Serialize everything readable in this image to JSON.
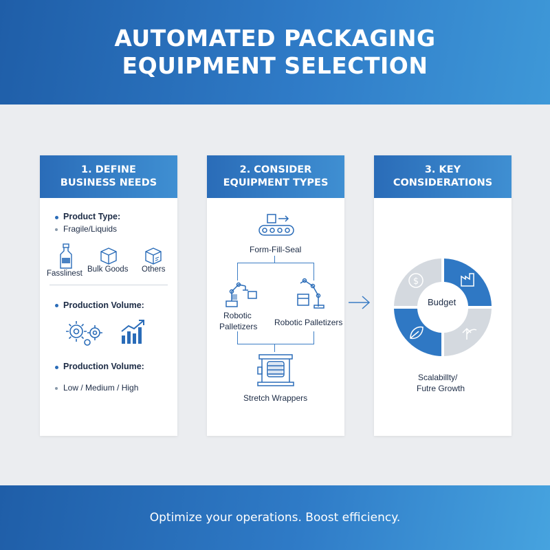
{
  "header": {
    "title_line1": "AUTOMATED PACKAGING",
    "title_line2": "EQUIPMENT SELECTION"
  },
  "panel1": {
    "heading_line1": "1. DEFINE",
    "heading_line2": "BUSINESS NEEDS",
    "product_type_label": "Product Type:",
    "product_type_value": "Fragile/Liquids",
    "icons": [
      {
        "label": "Fasslinest",
        "icon": "bottle-icon"
      },
      {
        "label": "Bulk Goods",
        "icon": "box-icon"
      },
      {
        "label": "Others",
        "icon": "boxes-icon"
      }
    ],
    "production_volume_label": "Production Volume:",
    "production_volume_label2": "Production Volume:",
    "production_volume_value": "Low / Medium / High"
  },
  "panel2": {
    "heading_line1": "2. CONSIDER",
    "heading_line2": "EQUIPMENT TYPES",
    "form_fill_seal": "Form-Fill-Seal",
    "robotic_left_line1": "Robotic",
    "robotic_left_line2": "Palletizers",
    "robotic_right": "Robotic Palletizers",
    "stretch_wrappers": "Stretch Wrappers"
  },
  "panel3": {
    "heading_line1": "3. KEY",
    "heading_line2": "CONSIDERATIONS",
    "center_label": "Budget",
    "bottom_line1": "Scalabillty/",
    "bottom_line2": "Futre Growth"
  },
  "footer": {
    "tagline": "Optimize your operations. Boost efficiency."
  },
  "colors": {
    "primary": "#2a6cb8",
    "light_gray": "#d4d9df",
    "background": "#ebedf0"
  }
}
